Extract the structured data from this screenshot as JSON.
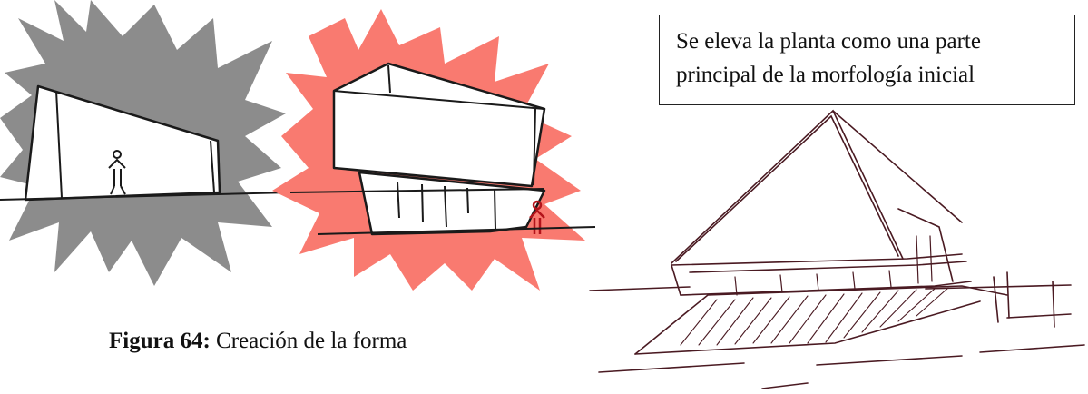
{
  "caption": {
    "label": "Figura 64:",
    "text": "Creación de la forma"
  },
  "note": {
    "line1": "Se eleva la planta como una parte",
    "line2": "principal de la morfología inicial"
  },
  "colors": {
    "gray_burst": "#8c8c8c",
    "red_burst": "#f97a70",
    "ink": "#1a1a1a",
    "figure_red": "#b3141b",
    "sketch_ink": "#4a1a22"
  },
  "icons": [
    "gray-burst-sketch",
    "red-burst-sketch",
    "building-perspective-sketch"
  ]
}
